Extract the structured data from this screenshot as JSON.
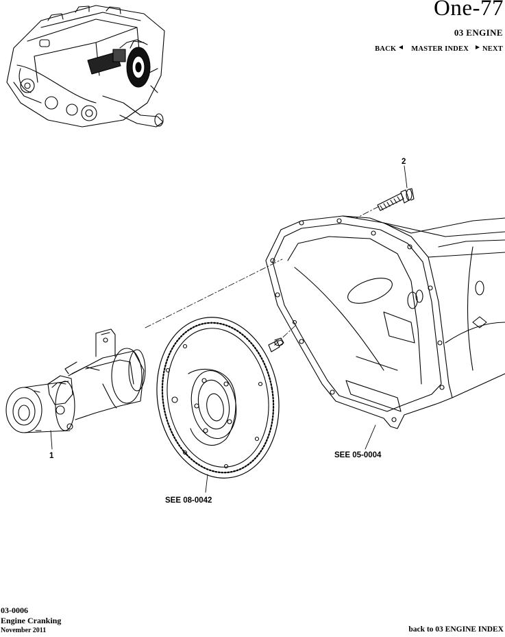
{
  "header": {
    "title": "One-77",
    "section": "03 ENGINE",
    "nav": {
      "back": "BACK",
      "master_index": "MASTER INDEX",
      "next": "NEXT"
    }
  },
  "callouts": {
    "starter": "1",
    "bolt": "2",
    "flywheel_ref": "SEE 08-0042",
    "housing_ref": "SEE 05-0004"
  },
  "footer": {
    "code": "03-0006",
    "name": "Engine Cranking",
    "date": "November 2011",
    "index_link": "back to 03 ENGINE INDEX"
  }
}
